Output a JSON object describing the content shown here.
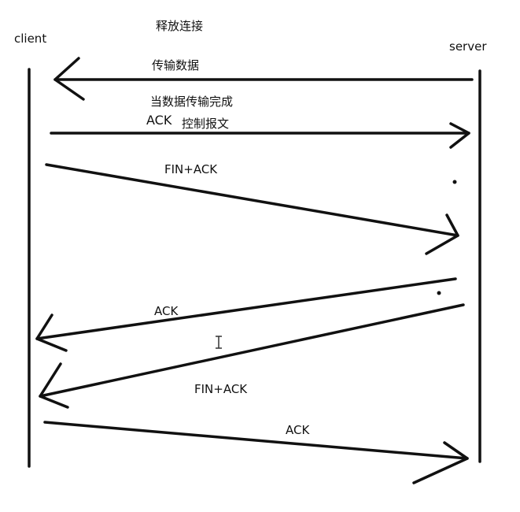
{
  "title": "释放连接",
  "lifelines": {
    "left": "client",
    "right": "server"
  },
  "messages": [
    {
      "label": "传输数据"
    },
    {
      "note": "当数据传输完成",
      "label": "ACK",
      "sublabel": "控制报文"
    },
    {
      "label": "FIN+ACK"
    },
    {
      "label": "ACK"
    },
    {
      "label": "FIN+ACK"
    },
    {
      "label": "ACK"
    }
  ]
}
